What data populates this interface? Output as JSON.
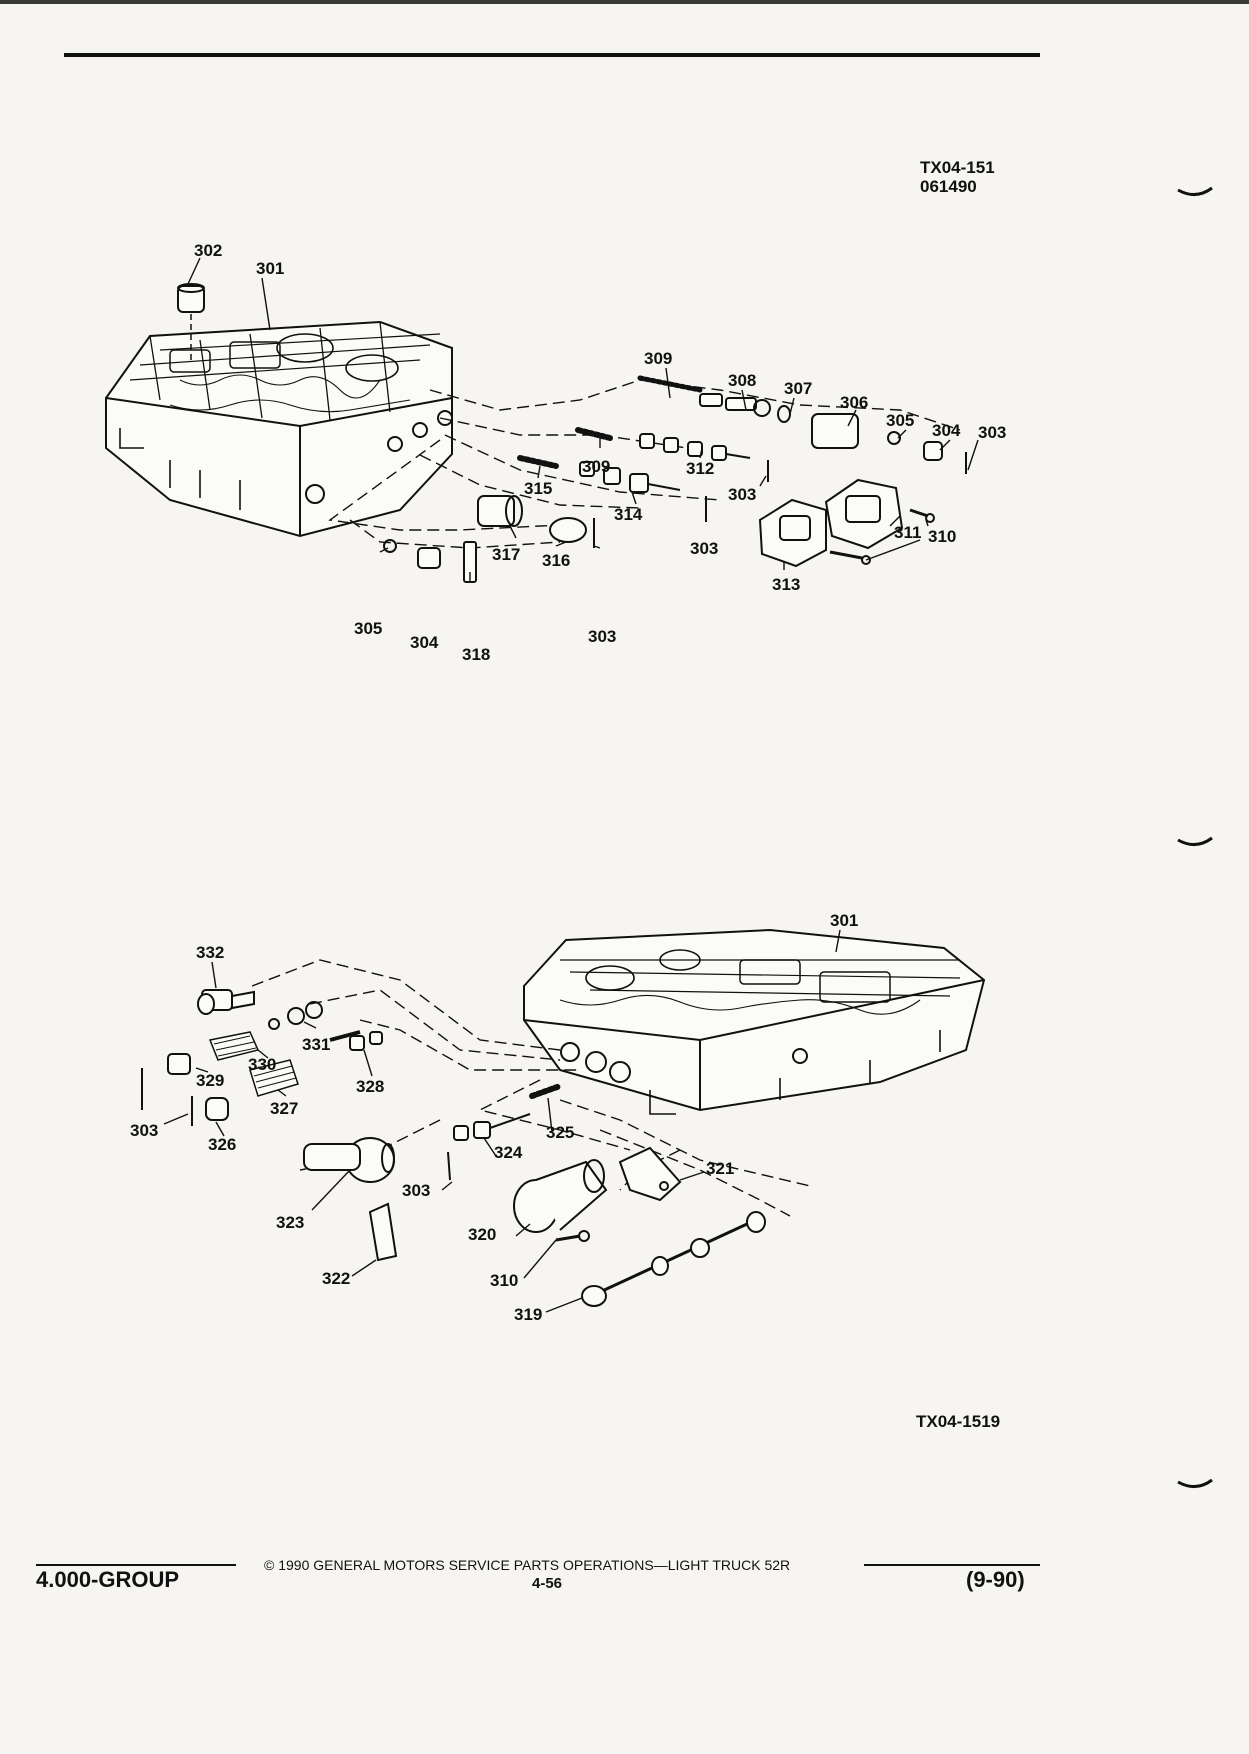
{
  "figures": [
    {
      "code_lines": [
        "TX04-151",
        "061490"
      ],
      "callouts": [
        "302",
        "301",
        "309",
        "308",
        "307",
        "306",
        "305",
        "304",
        "303",
        "309",
        "312",
        "303",
        "315",
        "314",
        "311",
        "310",
        "303",
        "313",
        "317",
        "316",
        "303",
        "305",
        "304",
        "318"
      ]
    },
    {
      "code_lines": [
        "TX04-1519"
      ],
      "callouts": [
        "301",
        "332",
        "331",
        "330",
        "329",
        "328",
        "327",
        "303",
        "326",
        "325",
        "324",
        "303",
        "321",
        "323",
        "320",
        "322",
        "310",
        "319"
      ]
    }
  ],
  "footer": {
    "group": "4.000-GROUP",
    "copyright": "© 1990 GENERAL MOTORS SERVICE PARTS OPERATIONS—LIGHT TRUCK 52R",
    "page_number": "4-56",
    "revision": "(9-90)"
  }
}
